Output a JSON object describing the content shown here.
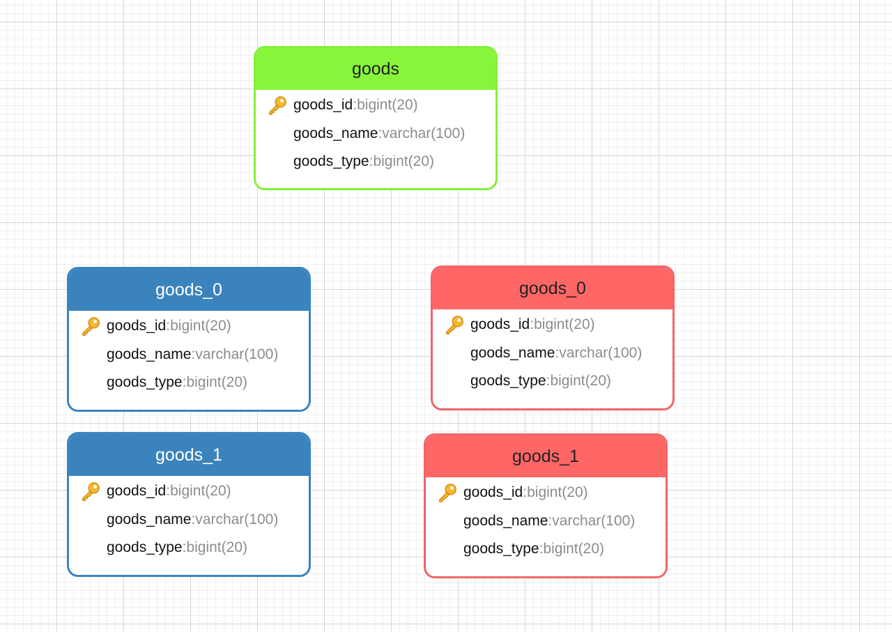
{
  "tables": [
    {
      "id": "goods-main",
      "title": "goods",
      "header_color": "#87f53a",
      "border_color": "#84f03a",
      "title_color": "#1f1f1f",
      "fields": [
        {
          "name": "goods_id",
          "sep": ": ",
          "type": "bigint(20)",
          "primary_key": true,
          "key_icon": "key-icon"
        },
        {
          "name": "goods_name",
          "sep": ": ",
          "type": "varchar(100)",
          "primary_key": false
        },
        {
          "name": "goods_type",
          "sep": ": ",
          "type": "bigint(20)",
          "primary_key": false
        }
      ]
    },
    {
      "id": "goods-0-blue",
      "title": "goods_0",
      "header_color": "#3b83bd",
      "border_color": "#3b83bd",
      "title_color": "#ffffff",
      "fields": [
        {
          "name": "goods_id",
          "sep": ": ",
          "type": "bigint(20)",
          "primary_key": true,
          "key_icon": "key-icon"
        },
        {
          "name": "goods_name",
          "sep": ": ",
          "type": "varchar(100)",
          "primary_key": false
        },
        {
          "name": "goods_type",
          "sep": ": ",
          "type": "bigint(20)",
          "primary_key": false
        }
      ]
    },
    {
      "id": "goods-1-blue",
      "title": "goods_1",
      "header_color": "#3b83bd",
      "border_color": "#3b83bd",
      "title_color": "#ffffff",
      "fields": [
        {
          "name": "goods_id",
          "sep": ": ",
          "type": "bigint(20)",
          "primary_key": true,
          "key_icon": "key-icon"
        },
        {
          "name": "goods_name",
          "sep": ": ",
          "type": "varchar(100)",
          "primary_key": false
        },
        {
          "name": "goods_type",
          "sep": ": ",
          "type": "bigint(20)",
          "primary_key": false
        }
      ]
    },
    {
      "id": "goods-0-red",
      "title": "goods_0",
      "header_color": "#ff6666",
      "border_color": "#f06666",
      "title_color": "#222222",
      "fields": [
        {
          "name": "goods_id",
          "sep": ": ",
          "type": "bigint(20)",
          "primary_key": true,
          "key_icon": "key-icon"
        },
        {
          "name": "goods_name",
          "sep": ": ",
          "type": "varchar(100)",
          "primary_key": false
        },
        {
          "name": "goods_type",
          "sep": ": ",
          "type": "bigint(20)",
          "primary_key": false
        }
      ]
    },
    {
      "id": "goods-1-red",
      "title": "goods_1",
      "header_color": "#ff6666",
      "border_color": "#f06666",
      "title_color": "#222222",
      "fields": [
        {
          "name": "goods_id",
          "sep": ": ",
          "type": "bigint(20)",
          "primary_key": true,
          "key_icon": "key-icon"
        },
        {
          "name": "goods_name",
          "sep": ": ",
          "type": "varchar(100)",
          "primary_key": false
        },
        {
          "name": "goods_type",
          "sep": ": ",
          "type": "bigint(20)",
          "primary_key": false
        }
      ]
    }
  ]
}
